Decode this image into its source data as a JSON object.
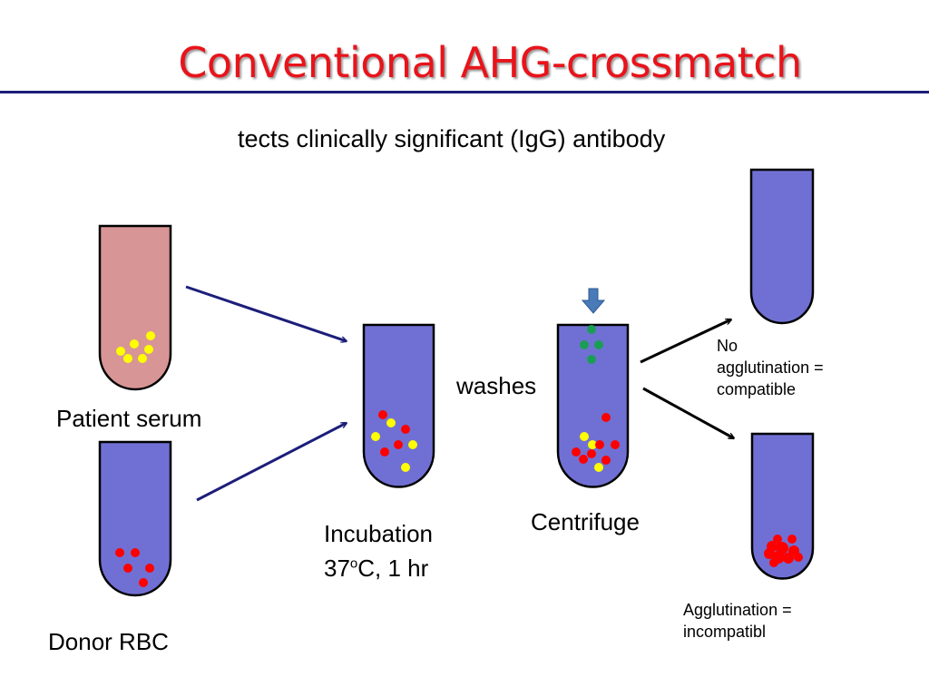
{
  "title": "Conventional AHG-crossmatch",
  "subtitle": "tects clinically significant (IgG) antibody",
  "labels": {
    "patient_serum": "Patient serum",
    "donor_rbc": "Donor RBC",
    "incubation_line1": "Incubation",
    "incubation_line2_pre": "37",
    "incubation_line2_sup": "o",
    "incubation_line2_post": "C, 1 hr",
    "washes": "washes",
    "centrifuge": "Centrifuge",
    "no_agglutination_line1": "No",
    "no_agglutination_line2": "agglutination =",
    "no_agglutination_line3": "compatible",
    "agglutination_line1": "Agglutination =",
    "agglutination_line2": "incompatibl"
  },
  "colors": {
    "title": "#e8141b",
    "rule": "#1c1e7a",
    "serum": "#d89595",
    "tube_blue": "#7070d4",
    "cell_yellow": "#ffff00",
    "cell_red": "#ff0000",
    "cell_green": "#1a9e55",
    "arrow_navy": "#1c1e7a",
    "down_arrow": "#4a7ab8"
  }
}
